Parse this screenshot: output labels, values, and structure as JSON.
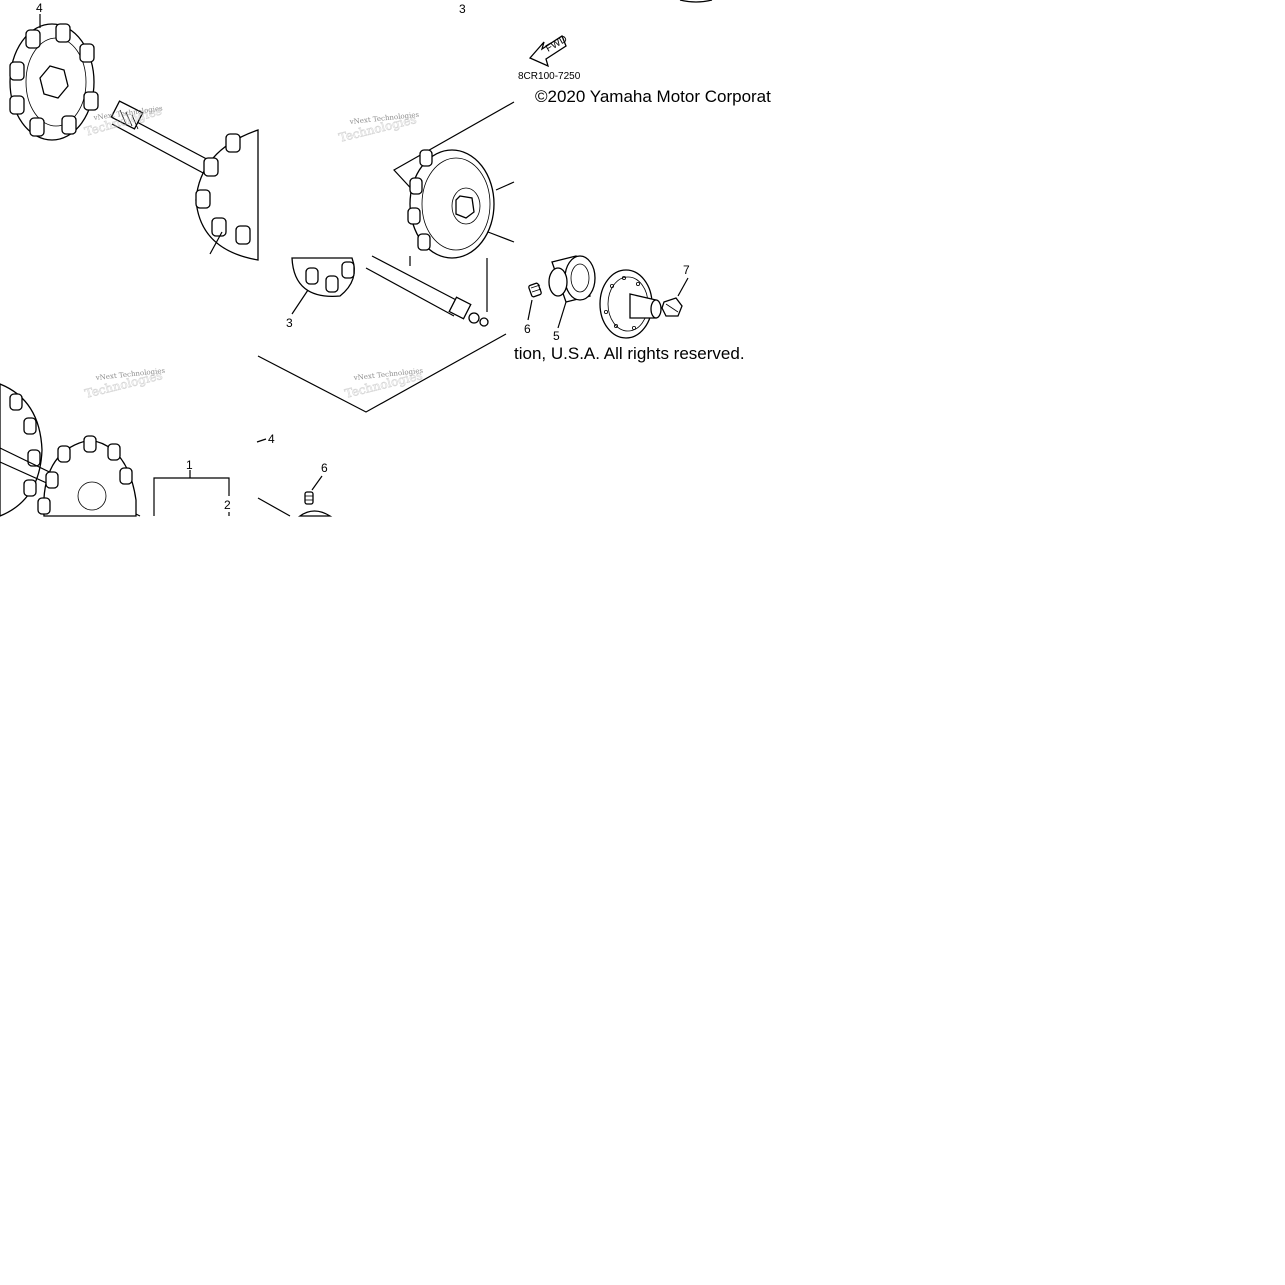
{
  "diagram": {
    "part_code": "8CR100-7250",
    "fwd_label": "FWD",
    "copyright_line1": "©2020 Yamaha Motor Corporat",
    "copyright_line2": "tion, U.S.A. All rights reserved.",
    "watermark": "vNext Technologies",
    "callouts": {
      "c1": "1",
      "c2": "2",
      "c3_top": "3",
      "c3_mid": "3",
      "c4_top": "4",
      "c4_bottom": "4",
      "c5": "5",
      "c6_mid": "6",
      "c6_bottom": "6",
      "c7": "7"
    }
  }
}
